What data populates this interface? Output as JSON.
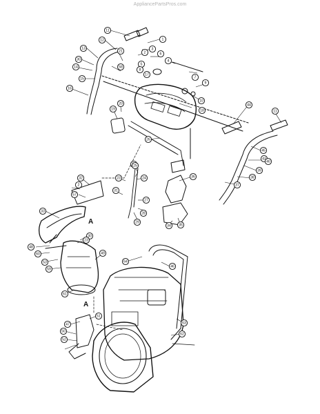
{
  "watermark": "AppliancePartsPros.com",
  "section_letters": [
    "A",
    "A"
  ],
  "callouts": [
    "11",
    "12",
    "1",
    "13",
    "21",
    "3",
    "2",
    "30",
    "5",
    "6",
    "4",
    "14",
    "58",
    "8",
    "7",
    "17",
    "9",
    "16",
    "15",
    "10",
    "18",
    "19",
    "20",
    "44",
    "11",
    "26",
    "45",
    "43",
    "22",
    "40",
    "39",
    "36",
    "38",
    "32",
    "2",
    "23",
    "24",
    "25",
    "37",
    "57",
    "31",
    "28",
    "27",
    "29",
    "33",
    "34",
    "35",
    "30",
    "23",
    "48",
    "60",
    "53",
    "59",
    "49",
    "61",
    "64",
    "46",
    "47",
    "51",
    "50",
    "52",
    "63",
    "62"
  ]
}
